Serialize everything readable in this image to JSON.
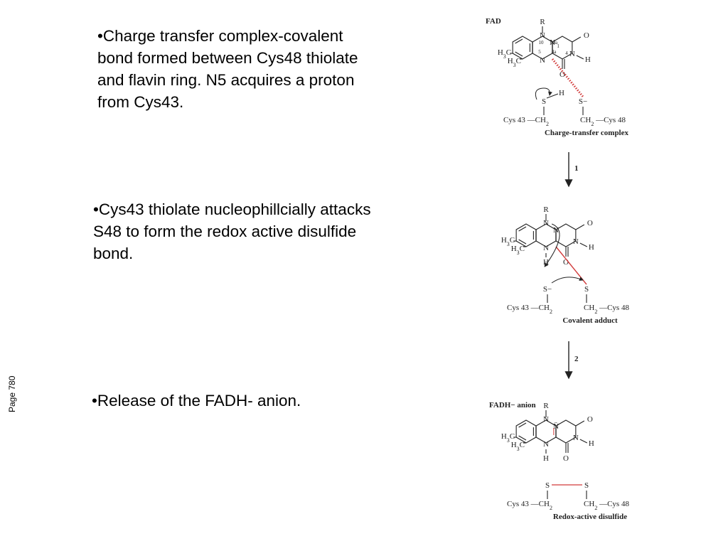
{
  "bullets": [
    {
      "lines": [
        "•Charge transfer complex-covalent",
        "bond formed between Cys48 thiolate",
        "and flavin ring.  N5 acquires a proton",
        "from Cys43."
      ]
    },
    {
      "lines": [
        "•Cys43 thiolate nucleophillcially attacks",
        "S48 to form the redox active disulfide",
        "bond."
      ]
    },
    {
      "lines": [
        "•Release of the FADH- anion."
      ]
    }
  ],
  "side_label": "Page 780",
  "diagram": {
    "colors": {
      "ink": "#222222",
      "bond_red": "#d23b3b",
      "hydrogen_green": "#1c9a54"
    },
    "arrow_labels": [
      "1",
      "2"
    ],
    "structures": [
      {
        "header": "FAD",
        "caption": "Charge-transfer complex",
        "labels": {
          "r": "R",
          "n10": "N",
          "n10_num": "10",
          "n10a_num": "10a",
          "n1": "N",
          "n1_num": "1",
          "o2": "O",
          "n3": "N",
          "h3": "H",
          "o4": "O",
          "c4_num": "4",
          "c4a_num": "4a",
          "n5": "N",
          "n5_num": "5",
          "me1": "H3C",
          "me2": "H3C",
          "s43": "S",
          "h43": "H",
          "s48": "S−",
          "cys43": "Cys 43 —CH2",
          "cys48": "CH2 —Cys 48"
        }
      },
      {
        "header": "",
        "caption": "Covalent adduct",
        "labels": {
          "r": "R",
          "n10": "N",
          "n1": "N",
          "o2": "O",
          "n3": "N",
          "h3": "H",
          "o4": "O",
          "n5": "N",
          "h5": "H",
          "me1": "H3C",
          "me2": "H3C",
          "s43": "S−",
          "s48": "S",
          "cys43": "Cys 43 —CH2",
          "cys48": "CH2 —Cys 48"
        }
      },
      {
        "header": "FADH− anion",
        "caption": "Redox-active disulfide",
        "labels": {
          "r": "R",
          "n10": "N",
          "n1": "N̈",
          "o2": "O",
          "n3": "N",
          "h3": "H",
          "o4": "O",
          "n5": "N",
          "h5": "H",
          "me1": "H3C",
          "me2": "H3C",
          "s43": "S",
          "s48": "S",
          "cys43": "Cys 43 —CH2",
          "cys48": "CH2 —Cys 48"
        }
      }
    ]
  }
}
